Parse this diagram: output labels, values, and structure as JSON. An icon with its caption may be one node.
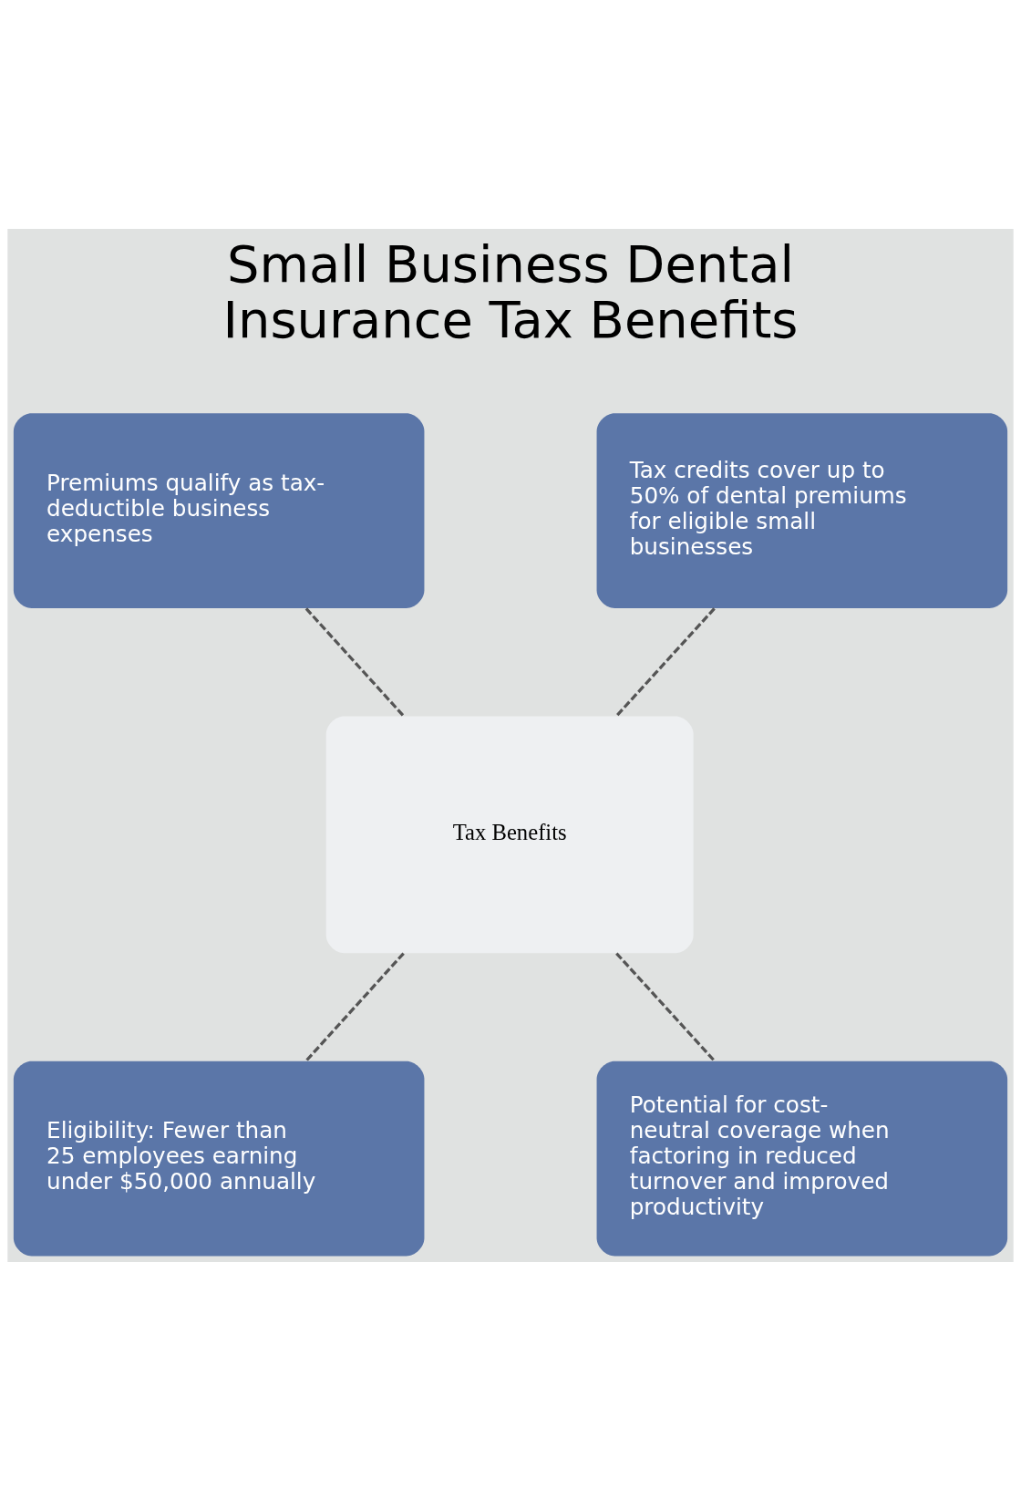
{
  "diagram": {
    "title": "Small Business Dental Insurance Tax Benefits",
    "nodes": [
      {
        "text": [
          "Premiums qualify as tax-deductible business expenses"
        ]
      },
      {
        "text": [
          "Tax credits cover up to 50% of dental premiums for eligible small businesses"
        ]
      },
      {
        "text": [
          "Tax Benefits"
        ]
      },
      {
        "text": [
          "Eligibility: Fewer than 25 employees earning under $50,000 annually"
        ]
      },
      {
        "text": [
          "Potential for cost-neutral coverage when factoring in reduced turnover and improved productivity"
        ]
      }
    ],
    "edges": [
      {
        "from": 0,
        "to": 2,
        "arrow": "none",
        "style": "dashed"
      },
      {
        "from": 1,
        "to": 2,
        "arrow": "none",
        "style": "dashed"
      },
      {
        "from": 2,
        "to": 3,
        "arrow": "none",
        "style": "dashed"
      },
      {
        "from": 2,
        "to": 4,
        "arrow": "none",
        "style": "dashed"
      }
    ]
  }
}
